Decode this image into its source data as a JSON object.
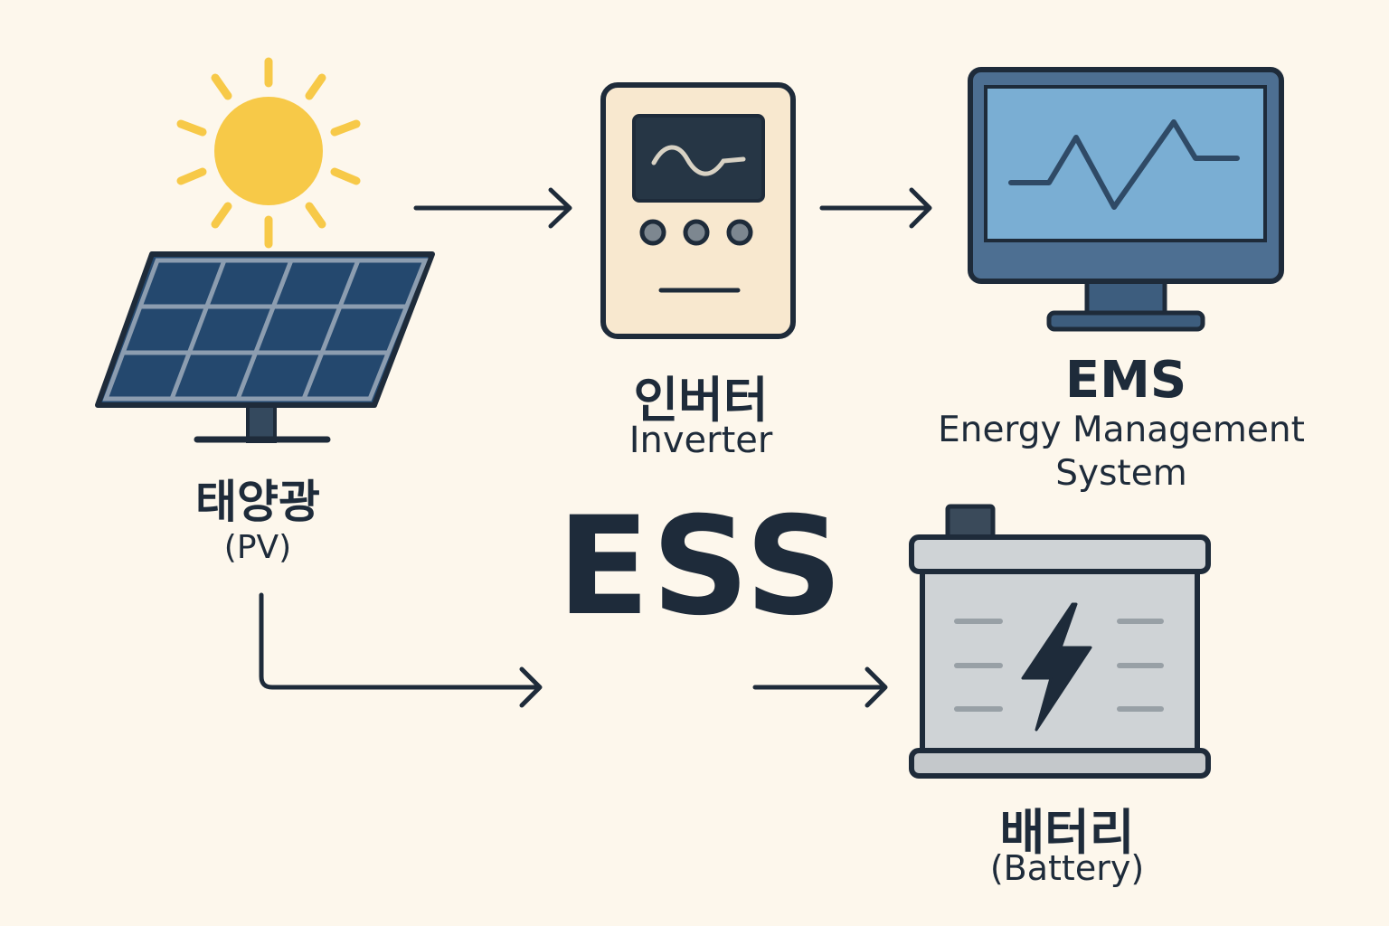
{
  "colors": {
    "background": "#fdf7ec",
    "outline": "#1e2b3a",
    "sun": "#f7c948",
    "solar_cell": "#24486e",
    "inverter_body": "#f8e8cf",
    "monitor_frame": "#4d6f92",
    "monitor_screen": "#7aaed3",
    "battery_body": "#cfd3d6"
  },
  "icons": {
    "sun": "sun-icon",
    "solar_panel": "solar-panel-icon",
    "inverter": "inverter-icon",
    "monitor": "monitor-icon",
    "battery": "battery-icon",
    "lightning": "lightning-bolt-icon"
  },
  "nodes": {
    "pv": {
      "label_ko": "태양광",
      "label_en": "(PV)"
    },
    "inverter": {
      "label_ko": "인버터",
      "label_en": "Inverter"
    },
    "ems": {
      "label_abbr": "EMS",
      "label_full": "Energy Management System"
    },
    "battery": {
      "label_ko": "배터리",
      "label_en": "(Battery)"
    }
  },
  "center_title": "ESS",
  "edges": [
    {
      "from": "pv",
      "to": "inverter"
    },
    {
      "from": "inverter",
      "to": "ems"
    },
    {
      "from": "pv",
      "to": "battery"
    }
  ]
}
